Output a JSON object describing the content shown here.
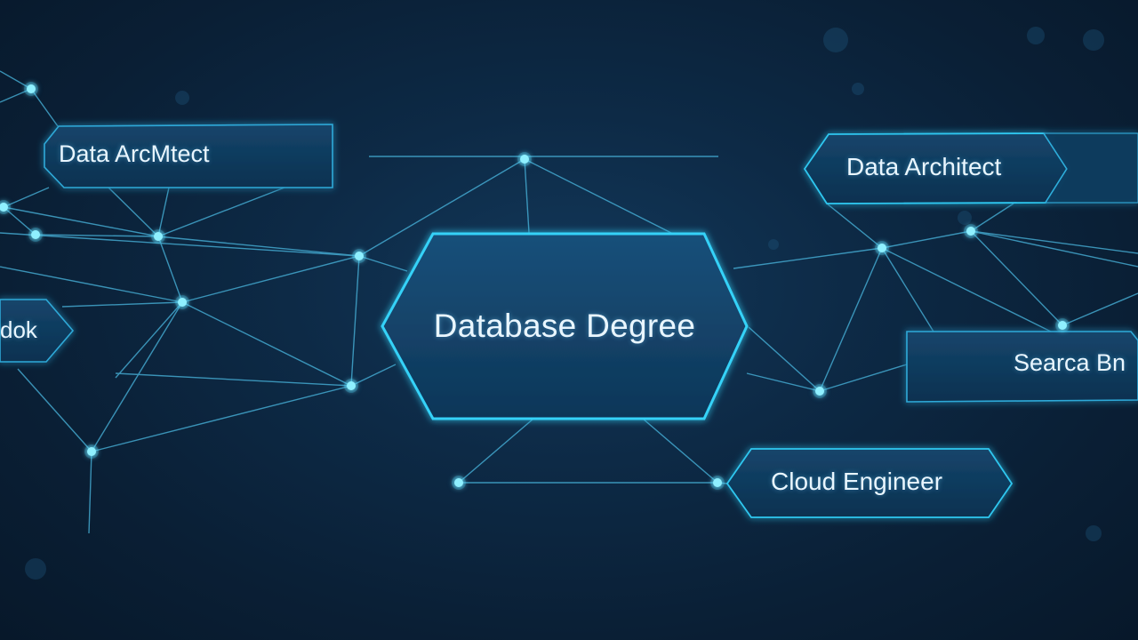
{
  "diagram": {
    "center_node": {
      "label": "Database Degree"
    },
    "nodes": [
      {
        "id": "top-left",
        "label": "Data ArcMtect"
      },
      {
        "id": "top-right",
        "label": "Data Architect"
      },
      {
        "id": "left",
        "label": "dok"
      },
      {
        "id": "right",
        "label": "Searca Bn"
      },
      {
        "id": "bottom-right",
        "label": "Cloud Engineer"
      }
    ]
  },
  "colors": {
    "background": "#0b2238",
    "box_fill": "#0f3a5c",
    "box_border": "#2fc7f0",
    "line": "#4ab8e0",
    "dot": "#8ff0ff",
    "text": "#e9f6ff"
  }
}
